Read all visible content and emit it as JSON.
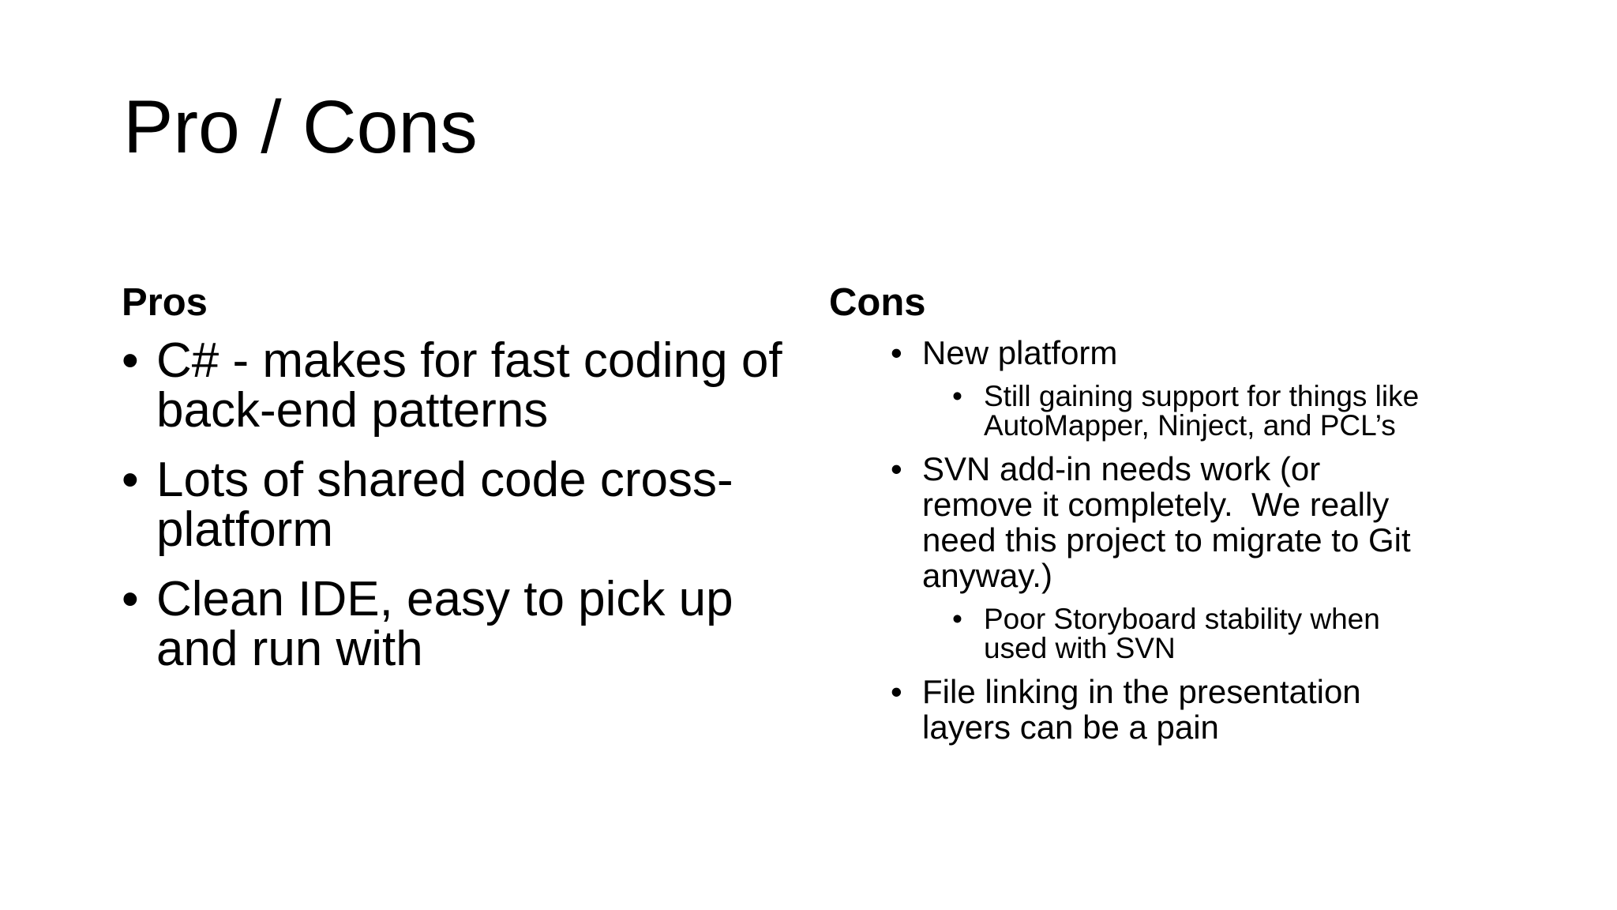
{
  "slide": {
    "title": "Pro / Cons",
    "background_color": "#ffffff",
    "text_color": "#000000",
    "bullet_glyph": "•",
    "pros": {
      "heading": "Pros",
      "items": [
        {
          "level": 1,
          "text": "C# - makes for fast coding of\nback-end patterns"
        },
        {
          "level": 1,
          "text": "Lots of shared code cross-\nplatform"
        },
        {
          "level": 1,
          "text": "Clean IDE, easy to pick up\nand run with"
        }
      ]
    },
    "cons": {
      "heading": "Cons",
      "items": [
        {
          "level": 1,
          "text": "New platform"
        },
        {
          "level": 2,
          "text": "Still gaining support for things like\nAutoMapper, Ninject, and PCL’s"
        },
        {
          "level": 1,
          "text": "SVN add-in needs work (or\nremove it completely.  We really\nneed this project to migrate to Git\nanyway.)"
        },
        {
          "level": 2,
          "text": "Poor Storyboard stability when\nused with SVN"
        },
        {
          "level": 1,
          "text": "File linking in the presentation\nlayers can be a pain"
        }
      ]
    }
  }
}
